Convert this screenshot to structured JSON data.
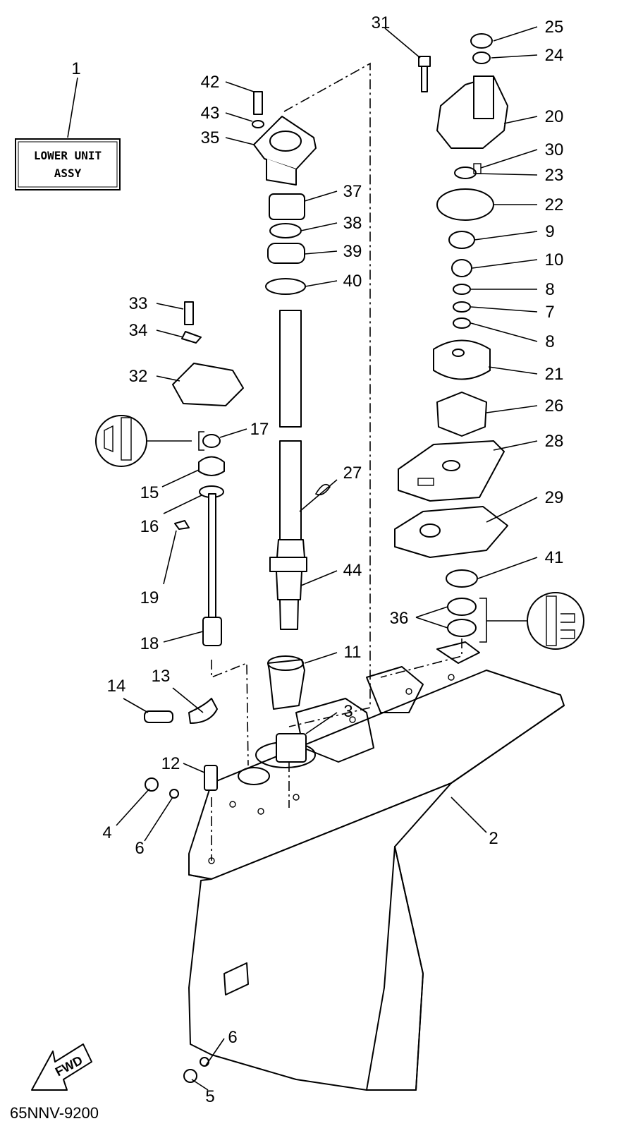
{
  "diagram": {
    "title_box_line1": "LOWER UNIT",
    "title_box_line2": "ASSY",
    "drawing_code": "65NNV-9200",
    "direction_label": "FWD",
    "callouts": {
      "c1": "1",
      "c2": "2",
      "c3": "3",
      "c4": "4",
      "c5": "5",
      "c6a": "6",
      "c6b": "6",
      "c7": "7",
      "c8a": "8",
      "c8b": "8",
      "c9": "9",
      "c10": "10",
      "c11": "11",
      "c12": "12",
      "c13": "13",
      "c14": "14",
      "c15": "15",
      "c16": "16",
      "c17": "17",
      "c18": "18",
      "c19": "19",
      "c20": "20",
      "c21": "21",
      "c22": "22",
      "c23": "23",
      "c24": "24",
      "c25": "25",
      "c26": "26",
      "c27": "27",
      "c28": "28",
      "c29": "29",
      "c30": "30",
      "c31": "31",
      "c32": "32",
      "c33": "33",
      "c34": "34",
      "c35": "35",
      "c36": "36",
      "c37": "37",
      "c38": "38",
      "c39": "39",
      "c40": "40",
      "c41": "41",
      "c42": "42",
      "c43": "43",
      "c44": "44"
    }
  }
}
